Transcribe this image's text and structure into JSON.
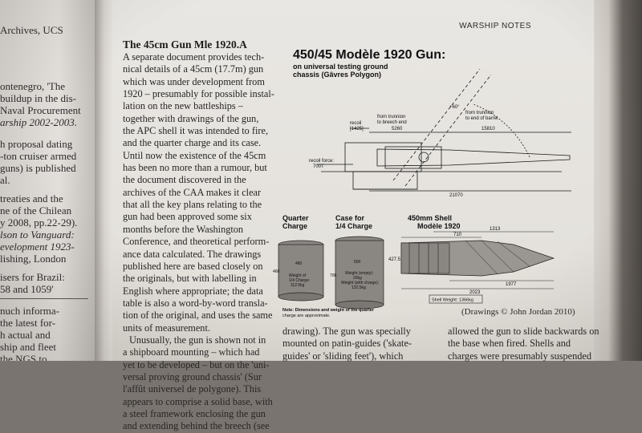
{
  "left_page": {
    "lines": [
      "Archives, UCS",
      "ontenegro, 'The",
      "buildup in the dis-",
      "Naval Procurement",
      "arship 2002-2003.",
      "h proposal dating",
      "-ton cruiser armed",
      "guns) is published",
      "al.",
      "treaties and the",
      "ne of the Chilean",
      "y 2008, pp.22-29).",
      "lson to Vanguard:",
      "evelopment 1923-",
      "lishing, London",
      "isers for Brazil:",
      "58 and 1059'",
      "nuch informa-",
      "the latest for-",
      "h actual and",
      "ship and fleet",
      "the NGS to"
    ]
  },
  "right_page": {
    "running_head": "WARSHIP NOTES",
    "title": "The 45cm Gun Mle 1920.A",
    "body_lines": [
      "A separate document provides tech-",
      "nical details of a 45cm (17.7m) gun",
      "which was under development from",
      "1920 – presumably for possible instal-",
      "lation on the new battleships –",
      "together with drawings of the gun,",
      "the APC shell it was intended to fire,",
      "and the quarter charge and its case.",
      "Until now the existence of the 45cm",
      "has been no more than a rumour, but",
      "the document discovered in the",
      "archives of the CAA makes it clear",
      "that all the key plans relating to the",
      "gun had been approved some six",
      "months before the Washington",
      "Conference, and theoretical perform-",
      "ance data calculated. The drawings",
      "published here are based closely on",
      "the originals, but with labelling in",
      "English where appropriate; the data",
      "table is also a word-by-word transla-",
      "tion of the original, and uses the same",
      "units of measurement.",
      "Unusually, the gun is shown not in",
      "a shipboard mounting – which had",
      "yet to be developed – but on the 'uni-",
      "versal proving ground chassis' (Sur",
      "l'affût universel de polygone). This",
      "appears to comprise a solid base, with",
      "a steel framework enclosing the gun",
      "and extending behind the breech (see"
    ],
    "bottom_col2": [
      "drawing). The gun was specially",
      "mounted on patin-guides ('skate-",
      "guides' or 'sliding feet'), which"
    ],
    "bottom_col3": [
      "allowed the gun to slide backwards on",
      "the base when fired. Shells and",
      "charges were presumably suspended"
    ],
    "credit": "(Drawings © John Jordan 2010)"
  },
  "figure": {
    "title": "450/45 Modèle 1920 Gun:",
    "subtitle_1": "on universal testing ground",
    "subtitle_2": "chassis (Gâvres Polygon)",
    "gun_labels": {
      "recoil": "recoil",
      "recoil_value": "[1425]",
      "from_trunnion_breech": "from trunnion",
      "to_breech_end": "to breech end",
      "breech_dim": "5260",
      "from_trunnion_barrel": "from trunnion",
      "to_barrel_end": "to end of barrel",
      "barrel_dim": "15810",
      "elevation": "+60°",
      "recoil_force": "recoil force:",
      "recoil_force_value": "700T",
      "overall_length": "21070"
    },
    "quarter_charge": {
      "title_1": "Quarter",
      "title_2": "Charge",
      "dia": "480",
      "height": "460",
      "w1": "Weight of",
      "w2": "1/4 Charge:",
      "w3": "112.5kg"
    },
    "case": {
      "title_1": "Case for",
      "title_2": "1/4 Charge",
      "dia": "500",
      "height": "700",
      "w1": "Weight (empty):",
      "w2": "20kg",
      "w3": "Weight (with charge):",
      "w4": "132.5kg"
    },
    "shell": {
      "title_1": "450mm Shell",
      "title_2": "Modèle 1920",
      "dim_710": "710",
      "dim_1313": "1313",
      "dim_427": "427.5",
      "dim_1977": "1977",
      "dim_2023": "2023",
      "weight": "Shell Weight: 1366kg"
    },
    "note_1": "Note: Dimensions and weight of the quarter",
    "note_2": "charge are approximate."
  }
}
